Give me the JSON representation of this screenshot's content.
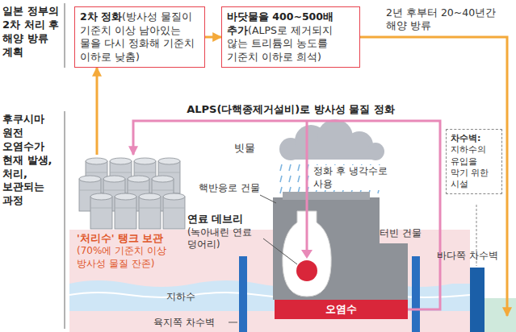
{
  "diagram": {
    "nodes": [
      {
        "text": [
          "2차 정화",
          "(방사성 물질이 기준치 이상 남아있는 물을 다시 정화해 기준치 이하로 낮춤)"
        ]
      },
      {
        "text": [
          "바닷물을 400~500배 추가",
          "(ALPS로 제거되지 않는 트리튬의 농도를 기준치 이하로 희석)"
        ]
      },
      {
        "text": [
          "'처리수' 탱크 보관",
          "(70%에 기준치 이상 방사성 물질 잔존)"
        ]
      },
      {
        "text": [
          "오염수"
        ]
      },
      {
        "text": [
          "차수벽:",
          "지하수의 유입을 막기 위한 시설"
        ]
      }
    ],
    "edges": [
      {
        "from": 0,
        "to": 1,
        "arrow": "to"
      },
      {
        "from": 2,
        "to": 0,
        "arrow": "to"
      },
      {
        "from": 3,
        "to": 2,
        "label": "ALPS(다핵종제거설비)로 방사성 물질 정화",
        "arrow": "to"
      }
    ],
    "labels": [
      "일본 정부의 2차 처리 후 해양 방류 계획",
      "후쿠시마 원전 오염수가 현재 발생, 처리, 보관되는 과정",
      "2년 후부터 20~40년간 해양 방류",
      "빗물",
      "정화 후 냉각수로 사용",
      "핵반응로 건물",
      "터빈 건물",
      "연료 데브리",
      "(녹아내린 연료 덩어리)",
      "지하수",
      "육지쪽 차수벽",
      "바다쪽 차수벽"
    ]
  }
}
